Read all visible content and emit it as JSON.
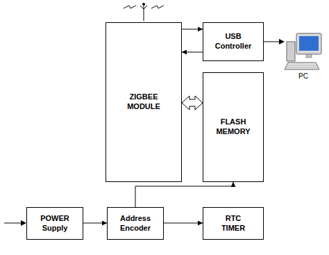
{
  "diagram": {
    "nodes": [
      {
        "text": [
          "ZIGBEE MODULE"
        ]
      },
      {
        "text": [
          "USB Controller"
        ]
      },
      {
        "text": [
          "FLASH MEMORY"
        ]
      },
      {
        "text": [
          "POWER Supply"
        ]
      },
      {
        "text": [
          "Address Encoder"
        ]
      },
      {
        "text": [
          "RTC TIMER"
        ]
      }
    ],
    "edges": [
      {
        "from": 0,
        "to": 1,
        "arrow": "to"
      },
      {
        "from": 1,
        "to": 0,
        "arrow": "to"
      },
      {
        "from": 0,
        "to": 2,
        "arrow": "both"
      },
      {
        "from": 3,
        "to": 4,
        "arrow": "to"
      },
      {
        "from": 4,
        "to": 2,
        "arrow": "to"
      },
      {
        "from": 4,
        "to": 5,
        "arrow": "to"
      }
    ],
    "labels": [
      "PC"
    ]
  }
}
